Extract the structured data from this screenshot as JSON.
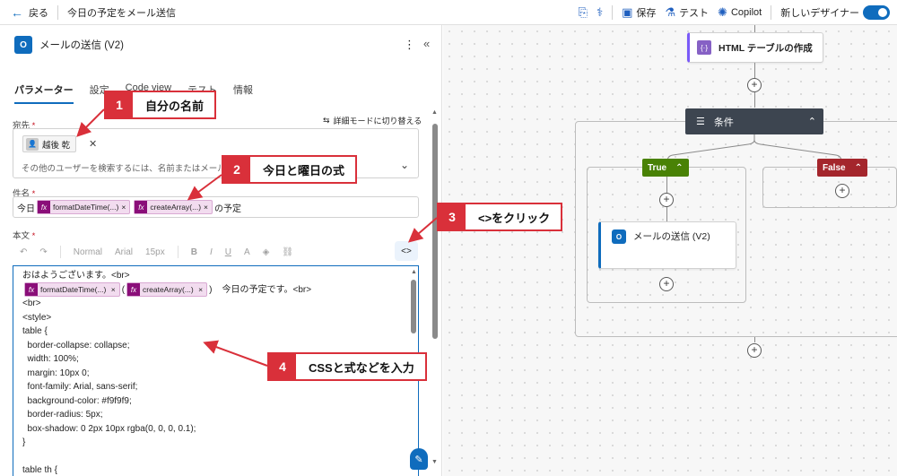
{
  "topbar": {
    "back_label": "戻る",
    "flow_name": "今日の予定をメール送信",
    "save_label": "保存",
    "test_label": "テスト",
    "copilot_label": "Copilot",
    "new_designer_label": "新しいデザイナー",
    "new_designer_on": true
  },
  "panel": {
    "title": "メールの送信 (V2)",
    "tabs": [
      "パラメーター",
      "設定",
      "Code view",
      "テスト",
      "情報"
    ],
    "active_tab": 0,
    "to_label": "宛先",
    "detail_mode_label": "詳細モードに切り替える",
    "recipient_chip": "越後 乾",
    "to_search_placeholder": "その他のユーザーを検索するには、名前またはメール アドレス",
    "subject_label": "件名",
    "subject_prefix": "今日",
    "subject_token1": "formatDateTime(...)",
    "subject_token2": "createArray(...)",
    "subject_suffix": "の予定",
    "body_label": "本文",
    "toolbar": {
      "style": "Normal",
      "font": "Arial",
      "size": "15px"
    },
    "code_toggle_label": "<>",
    "body_line1": "おはようございます。<br>",
    "body_token1": "formatDateTime(...)",
    "body_token2": "createArray(...)",
    "body_after_tokens": "今日の予定です。<br>",
    "code_lines": [
      "<br>",
      "<style>",
      "table {",
      "  border-collapse: collapse;",
      "  width: 100%;",
      "  margin: 10px 0;",
      "  font-family: Arial, sans-serif;",
      "  background-color: #f9f9f9;",
      "  border-radius: 5px;",
      "  box-shadow: 0 2px 10px rgba(0, 0, 0, 0.1);",
      "}",
      "",
      "table th {"
    ]
  },
  "canvas": {
    "html_table_node": "HTML テーブルの作成",
    "condition_label": "条件",
    "true_label": "True",
    "false_label": "False",
    "send_mail_node": "メールの送信 (V2)"
  },
  "callouts": [
    {
      "num": "1",
      "text": "自分の名前"
    },
    {
      "num": "2",
      "text": "今日と曜日の式"
    },
    {
      "num": "3",
      "text": "<>をクリック"
    },
    {
      "num": "4",
      "text": "CSSと式などを入力"
    }
  ],
  "colors": {
    "accent": "#0f6cbd",
    "callout_red": "#d9303a",
    "true_green": "#498205",
    "false_red": "#a4262c",
    "condition_dark": "#3d4550",
    "token_purple": "#8a0e79"
  }
}
